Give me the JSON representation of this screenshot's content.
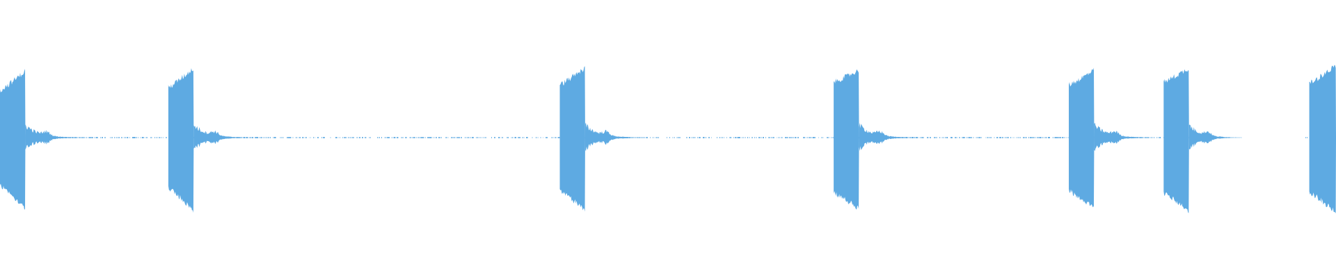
{
  "waveform": {
    "color": "#5eaae2",
    "background": "#ffffff",
    "duration_fraction_visible": 1.0,
    "silence_noise_level": 0.01,
    "bursts": [
      {
        "start": 0.0,
        "end": 0.019,
        "rise": 0.68,
        "peak": 0.96,
        "negative_peak": 1.02,
        "tail": 0.045
      },
      {
        "start": 0.126,
        "end": 0.145,
        "rise": 0.72,
        "peak": 1.0,
        "negative_peak": 1.05,
        "tail": 0.045
      },
      {
        "start": 0.419,
        "end": 0.438,
        "rise": 0.76,
        "peak": 1.0,
        "negative_peak": 1.05,
        "tail": 0.045
      },
      {
        "start": 0.624,
        "end": 0.643,
        "rise": 0.8,
        "peak": 0.97,
        "negative_peak": 1.02,
        "tail": 0.045
      },
      {
        "start": 0.8,
        "end": 0.819,
        "rise": 0.76,
        "peak": 0.97,
        "negative_peak": 1.02,
        "tail": 0.045
      },
      {
        "start": 0.871,
        "end": 0.89,
        "rise": 0.8,
        "peak": 1.0,
        "negative_peak": 1.06,
        "tail": 0.04
      },
      {
        "start": 0.98,
        "end": 1.0,
        "rise": 0.78,
        "peak": 1.04,
        "negative_peak": 1.08,
        "tail": 0.0
      }
    ],
    "silent_gaps": [
      {
        "start": 0.913,
        "end": 0.977
      }
    ]
  }
}
